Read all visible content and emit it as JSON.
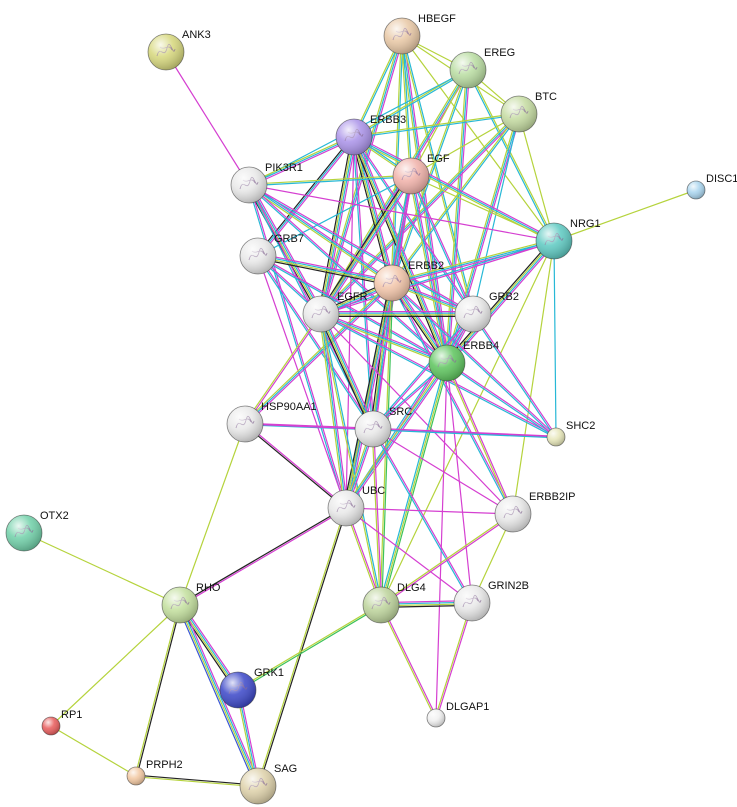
{
  "colors": {
    "pink": "#d53fd1",
    "cyan": "#27b8d6",
    "olive": "#b5d33c",
    "black": "#222222",
    "green": "#3cc25a",
    "blue": "#3a56d6"
  },
  "nodes": [
    {
      "id": "HBEGF",
      "label": "HBEGF",
      "color": "#e8c7a4",
      "has_structure": true,
      "size": "large"
    },
    {
      "id": "EREG",
      "label": "EREG",
      "color": "#b8dca0",
      "has_structure": true,
      "size": "large"
    },
    {
      "id": "BTC",
      "label": "BTC",
      "color": "#c4dba0",
      "has_structure": true,
      "size": "large"
    },
    {
      "id": "ANK3",
      "label": "ANK3",
      "color": "#d6d77b",
      "has_structure": true,
      "size": "large"
    },
    {
      "id": "ERBB3",
      "label": "ERBB3",
      "color": "#a991e8",
      "has_structure": true,
      "size": "large"
    },
    {
      "id": "EGF",
      "label": "EGF",
      "color": "#f0b0a8",
      "has_structure": true,
      "size": "large"
    },
    {
      "id": "DISC1",
      "label": "DISC1",
      "color": "#a8d4ee",
      "has_structure": false,
      "size": "small"
    },
    {
      "id": "PIK3R1",
      "label": "PIK3R1",
      "color": "#e8e8e8",
      "has_structure": true,
      "size": "large"
    },
    {
      "id": "NRG1",
      "label": "NRG1",
      "color": "#5cc9c1",
      "has_structure": true,
      "size": "large"
    },
    {
      "id": "GRB7",
      "label": "GRB7",
      "color": "#e8e8e8",
      "has_structure": true,
      "size": "large"
    },
    {
      "id": "ERBB2",
      "label": "ERBB2",
      "color": "#f2c4a8",
      "has_structure": true,
      "size": "large"
    },
    {
      "id": "EGFR",
      "label": "EGFR",
      "color": "#e8e8e8",
      "has_structure": true,
      "size": "large"
    },
    {
      "id": "GRB2",
      "label": "GRB2",
      "color": "#e8e8e8",
      "has_structure": true,
      "size": "large"
    },
    {
      "id": "ERBB4",
      "label": "ERBB4",
      "color": "#5cc45c",
      "has_structure": true,
      "size": "large"
    },
    {
      "id": "HSP90AA1",
      "label": "HSP90AA1",
      "color": "#e8e8e8",
      "has_structure": true,
      "size": "large"
    },
    {
      "id": "SRC",
      "label": "SRC",
      "color": "#e8e8e8",
      "has_structure": true,
      "size": "large"
    },
    {
      "id": "SHC2",
      "label": "SHC2",
      "color": "#e6e6b8",
      "has_structure": false,
      "size": "small"
    },
    {
      "id": "OTX2",
      "label": "OTX2",
      "color": "#6fd0a8",
      "has_structure": true,
      "size": "large"
    },
    {
      "id": "UBC",
      "label": "UBC",
      "color": "#e8e8e8",
      "has_structure": true,
      "size": "large"
    },
    {
      "id": "ERBB2IP",
      "label": "ERBB2IP",
      "color": "#e8e8e8",
      "has_structure": true,
      "size": "large"
    },
    {
      "id": "RHO",
      "label": "RHO",
      "color": "#c2df9c",
      "has_structure": true,
      "size": "large"
    },
    {
      "id": "DLG4",
      "label": "DLG4",
      "color": "#bcd39a",
      "has_structure": true,
      "size": "large"
    },
    {
      "id": "GRIN2B",
      "label": "GRIN2B",
      "color": "#e8e8e8",
      "has_structure": true,
      "size": "large"
    },
    {
      "id": "GRK1",
      "label": "GRK1",
      "color": "#3a46c8",
      "has_structure": true,
      "size": "large"
    },
    {
      "id": "RP1",
      "label": "RP1",
      "color": "#e85a5a",
      "has_structure": false,
      "size": "small"
    },
    {
      "id": "DLGAP1",
      "label": "DLGAP1",
      "color": "#f0f0f0",
      "has_structure": false,
      "size": "small"
    },
    {
      "id": "PRPH2",
      "label": "PRPH2",
      "color": "#f2c7a0",
      "has_structure": false,
      "size": "small"
    },
    {
      "id": "SAG",
      "label": "SAG",
      "color": "#ddd0a8",
      "has_structure": true,
      "size": "large"
    }
  ],
  "edges": [
    {
      "source": "HBEGF",
      "target": "EGFR",
      "types": [
        "pink",
        "cyan",
        "olive"
      ]
    },
    {
      "source": "HBEGF",
      "target": "ERBB4",
      "types": [
        "pink",
        "cyan",
        "olive"
      ]
    },
    {
      "source": "HBEGF",
      "target": "ERBB2",
      "types": [
        "cyan",
        "olive"
      ]
    },
    {
      "source": "HBEGF",
      "target": "ERBB3",
      "types": [
        "cyan",
        "olive"
      ]
    },
    {
      "source": "HBEGF",
      "target": "EGF",
      "types": [
        "cyan",
        "olive"
      ]
    },
    {
      "source": "HBEGF",
      "target": "EREG",
      "types": [
        "olive"
      ]
    },
    {
      "source": "HBEGF",
      "target": "BTC",
      "types": [
        "olive"
      ]
    },
    {
      "source": "HBEGF",
      "target": "NRG1",
      "types": [
        "olive"
      ]
    },
    {
      "source": "HBEGF",
      "target": "GRB2",
      "types": [
        "cyan",
        "olive"
      ]
    },
    {
      "source": "EREG",
      "target": "EGFR",
      "types": [
        "pink",
        "cyan",
        "olive"
      ]
    },
    {
      "source": "EREG",
      "target": "ERBB4",
      "types": [
        "pink",
        "cyan",
        "olive"
      ]
    },
    {
      "source": "EREG",
      "target": "ERBB2",
      "types": [
        "cyan",
        "olive"
      ]
    },
    {
      "source": "EREG",
      "target": "ERBB3",
      "types": [
        "cyan",
        "olive"
      ]
    },
    {
      "source": "EREG",
      "target": "EGF",
      "types": [
        "olive"
      ]
    },
    {
      "source": "EREG",
      "target": "BTC",
      "types": [
        "olive"
      ]
    },
    {
      "source": "EREG",
      "target": "NRG1",
      "types": [
        "olive",
        "cyan"
      ]
    },
    {
      "source": "EREG",
      "target": "PIK3R1",
      "types": [
        "cyan"
      ]
    },
    {
      "source": "BTC",
      "target": "EGFR",
      "types": [
        "pink",
        "cyan",
        "olive"
      ]
    },
    {
      "source": "BTC",
      "target": "ERBB4",
      "types": [
        "pink",
        "cyan",
        "olive"
      ]
    },
    {
      "source": "BTC",
      "target": "ERBB2",
      "types": [
        "cyan",
        "olive"
      ]
    },
    {
      "source": "BTC",
      "target": "ERBB3",
      "types": [
        "cyan",
        "olive"
      ]
    },
    {
      "source": "BTC",
      "target": "EGF",
      "types": [
        "olive"
      ]
    },
    {
      "source": "BTC",
      "target": "NRG1",
      "types": [
        "olive"
      ]
    },
    {
      "source": "BTC",
      "target": "GRB2",
      "types": [
        "cyan"
      ]
    },
    {
      "source": "ANK3",
      "target": "PIK3R1",
      "types": [
        "pink"
      ]
    },
    {
      "source": "ERBB3",
      "target": "EGFR",
      "types": [
        "pink",
        "cyan",
        "olive",
        "black"
      ]
    },
    {
      "source": "ERBB3",
      "target": "ERBB2",
      "types": [
        "pink",
        "cyan",
        "olive",
        "black"
      ]
    },
    {
      "source": "ERBB3",
      "target": "ERBB4",
      "types": [
        "pink",
        "cyan",
        "olive",
        "black"
      ]
    },
    {
      "source": "ERBB3",
      "target": "PIK3R1",
      "types": [
        "pink",
        "cyan",
        "olive"
      ]
    },
    {
      "source": "ERBB3",
      "target": "GRB7",
      "types": [
        "pink",
        "cyan",
        "black"
      ]
    },
    {
      "source": "ERBB3",
      "target": "GRB2",
      "types": [
        "pink",
        "cyan"
      ]
    },
    {
      "source": "ERBB3",
      "target": "NRG1",
      "types": [
        "pink",
        "cyan",
        "olive"
      ]
    },
    {
      "source": "ERBB3",
      "target": "EGF",
      "types": [
        "cyan",
        "olive"
      ]
    },
    {
      "source": "ERBB3",
      "target": "SRC",
      "types": [
        "pink",
        "cyan"
      ]
    },
    {
      "source": "ERBB3",
      "target": "UBC",
      "types": [
        "pink"
      ]
    },
    {
      "source": "EGF",
      "target": "EGFR",
      "types": [
        "pink",
        "cyan",
        "olive",
        "black"
      ]
    },
    {
      "source": "EGF",
      "target": "ERBB2",
      "types": [
        "pink",
        "cyan",
        "olive"
      ]
    },
    {
      "source": "EGF",
      "target": "ERBB4",
      "types": [
        "pink",
        "cyan",
        "olive"
      ]
    },
    {
      "source": "EGF",
      "target": "PIK3R1",
      "types": [
        "cyan",
        "olive"
      ]
    },
    {
      "source": "EGF",
      "target": "GRB2",
      "types": [
        "pink",
        "cyan"
      ]
    },
    {
      "source": "EGF",
      "target": "NRG1",
      "types": [
        "olive"
      ]
    },
    {
      "source": "EGF",
      "target": "SRC",
      "types": [
        "pink",
        "cyan"
      ]
    },
    {
      "source": "EGF",
      "target": "UBC",
      "types": [
        "pink",
        "cyan"
      ]
    },
    {
      "source": "EGF",
      "target": "GRB7",
      "types": [
        "cyan"
      ]
    },
    {
      "source": "DISC1",
      "target": "NRG1",
      "types": [
        "olive"
      ]
    },
    {
      "source": "PIK3R1",
      "target": "EGFR",
      "types": [
        "pink",
        "cyan",
        "olive",
        "black"
      ]
    },
    {
      "source": "PIK3R1",
      "target": "ERBB2",
      "types": [
        "pink",
        "cyan",
        "olive"
      ]
    },
    {
      "source": "PIK3R1",
      "target": "ERBB4",
      "types": [
        "pink",
        "cyan"
      ]
    },
    {
      "source": "PIK3R1",
      "target": "SRC",
      "types": [
        "pink",
        "cyan"
      ]
    },
    {
      "source": "PIK3R1",
      "target": "UBC",
      "types": [
        "pink",
        "cyan"
      ]
    },
    {
      "source": "PIK3R1",
      "target": "GRB2",
      "types": [
        "pink",
        "cyan"
      ]
    },
    {
      "source": "PIK3R1",
      "target": "NRG1",
      "types": [
        "pink"
      ]
    },
    {
      "source": "NRG1",
      "target": "ERBB4",
      "types": [
        "pink",
        "cyan",
        "olive",
        "black"
      ]
    },
    {
      "source": "NRG1",
      "target": "ERBB2",
      "types": [
        "pink",
        "cyan",
        "olive"
      ]
    },
    {
      "source": "NRG1",
      "target": "EGFR",
      "types": [
        "pink",
        "cyan"
      ]
    },
    {
      "source": "NRG1",
      "target": "DLG4",
      "types": [
        "olive"
      ]
    },
    {
      "source": "NRG1",
      "target": "SHC2",
      "types": [
        "cyan"
      ]
    },
    {
      "source": "NRG1",
      "target": "ERBB2IP",
      "types": [
        "olive"
      ]
    },
    {
      "source": "GRB7",
      "target": "ERBB2",
      "types": [
        "pink",
        "cyan",
        "olive",
        "black"
      ]
    },
    {
      "source": "GRB7",
      "target": "EGFR",
      "types": [
        "pink",
        "cyan"
      ]
    },
    {
      "source": "GRB7",
      "target": "ERBB4",
      "types": [
        "pink",
        "cyan"
      ]
    },
    {
      "source": "GRB7",
      "target": "SRC",
      "types": [
        "pink",
        "cyan"
      ]
    },
    {
      "source": "GRB7",
      "target": "UBC",
      "types": [
        "pink"
      ]
    },
    {
      "source": "ERBB2",
      "target": "EGFR",
      "types": [
        "pink",
        "cyan",
        "olive",
        "black"
      ]
    },
    {
      "source": "ERBB2",
      "target": "ERBB4",
      "types": [
        "pink",
        "cyan",
        "olive",
        "black"
      ]
    },
    {
      "source": "ERBB2",
      "target": "GRB2",
      "types": [
        "pink",
        "cyan",
        "olive"
      ]
    },
    {
      "source": "ERBB2",
      "target": "SRC",
      "types": [
        "pink",
        "cyan",
        "olive",
        "black"
      ]
    },
    {
      "source": "ERBB2",
      "target": "UBC",
      "types": [
        "pink",
        "cyan",
        "olive",
        "black"
      ]
    },
    {
      "source": "ERBB2",
      "target": "HSP90AA1",
      "types": [
        "pink",
        "cyan",
        "olive"
      ]
    },
    {
      "source": "ERBB2",
      "target": "SHC2",
      "types": [
        "pink",
        "cyan"
      ]
    },
    {
      "source": "ERBB2",
      "target": "ERBB2IP",
      "types": [
        "pink",
        "cyan"
      ]
    },
    {
      "source": "ERBB2",
      "target": "DLG4",
      "types": [
        "green",
        "olive"
      ]
    },
    {
      "source": "EGFR",
      "target": "GRB2",
      "types": [
        "pink",
        "cyan",
        "olive",
        "black"
      ]
    },
    {
      "source": "EGFR",
      "target": "ERBB4",
      "types": [
        "pink",
        "cyan",
        "olive"
      ]
    },
    {
      "source": "EGFR",
      "target": "SRC",
      "types": [
        "pink",
        "cyan",
        "olive",
        "black"
      ]
    },
    {
      "source": "EGFR",
      "target": "UBC",
      "types": [
        "pink",
        "cyan",
        "olive"
      ]
    },
    {
      "source": "EGFR",
      "target": "HSP90AA1",
      "types": [
        "pink",
        "olive"
      ]
    },
    {
      "source": "EGFR",
      "target": "SHC2",
      "types": [
        "pink",
        "cyan"
      ]
    },
    {
      "source": "EGFR",
      "target": "ERBB2IP",
      "types": [
        "pink"
      ]
    },
    {
      "source": "EGFR",
      "target": "DLG4",
      "types": [
        "cyan",
        "olive"
      ]
    },
    {
      "source": "GRB2",
      "target": "ERBB4",
      "types": [
        "pink",
        "cyan"
      ]
    },
    {
      "source": "GRB2",
      "target": "SRC",
      "types": [
        "pink",
        "cyan"
      ]
    },
    {
      "source": "GRB2",
      "target": "UBC",
      "types": [
        "pink",
        "cyan"
      ]
    },
    {
      "source": "GRB2",
      "target": "SHC2",
      "types": [
        "pink",
        "cyan"
      ]
    },
    {
      "source": "ERBB4",
      "target": "SRC",
      "types": [
        "pink",
        "cyan"
      ]
    },
    {
      "source": "ERBB4",
      "target": "UBC",
      "types": [
        "pink",
        "cyan",
        "olive"
      ]
    },
    {
      "source": "ERBB4",
      "target": "DLG4",
      "types": [
        "green",
        "olive",
        "cyan"
      ]
    },
    {
      "source": "ERBB4",
      "target": "ERBB2IP",
      "types": [
        "pink",
        "olive"
      ]
    },
    {
      "source": "ERBB4",
      "target": "GRIN2B",
      "types": [
        "pink"
      ]
    },
    {
      "source": "ERBB4",
      "target": "SHC2",
      "types": [
        "pink",
        "cyan"
      ]
    },
    {
      "source": "ERBB4",
      "target": "DLGAP1",
      "types": [
        "pink"
      ]
    },
    {
      "source": "HSP90AA1",
      "target": "SRC",
      "types": [
        "pink",
        "cyan"
      ]
    },
    {
      "source": "HSP90AA1",
      "target": "UBC",
      "types": [
        "pink",
        "black"
      ]
    },
    {
      "source": "HSP90AA1",
      "target": "RHO",
      "types": [
        "olive"
      ]
    },
    {
      "source": "HSP90AA1",
      "target": "SHC2",
      "types": [
        "pink"
      ]
    },
    {
      "source": "SRC",
      "target": "UBC",
      "types": [
        "pink",
        "cyan",
        "olive"
      ]
    },
    {
      "source": "SRC",
      "target": "SHC2",
      "types": [
        "pink",
        "cyan"
      ]
    },
    {
      "source": "SRC",
      "target": "ERBB2IP",
      "types": [
        "pink"
      ]
    },
    {
      "source": "SRC",
      "target": "DLG4",
      "types": [
        "pink",
        "olive"
      ]
    },
    {
      "source": "SRC",
      "target": "GRIN2B",
      "types": [
        "pink",
        "cyan"
      ]
    },
    {
      "source": "UBC",
      "target": "RHO",
      "types": [
        "pink",
        "black"
      ]
    },
    {
      "source": "UBC",
      "target": "ERBB2IP",
      "types": [
        "pink"
      ]
    },
    {
      "source": "UBC",
      "target": "DLG4",
      "types": [
        "pink",
        "olive"
      ]
    },
    {
      "source": "UBC",
      "target": "GRIN2B",
      "types": [
        "pink"
      ]
    },
    {
      "source": "UBC",
      "target": "SAG",
      "types": [
        "black",
        "olive"
      ]
    },
    {
      "source": "ERBB2IP",
      "target": "DLG4",
      "types": [
        "pink",
        "olive"
      ]
    },
    {
      "source": "ERBB2IP",
      "target": "GRIN2B",
      "types": [
        "olive"
      ]
    },
    {
      "source": "DLG4",
      "target": "GRIN2B",
      "types": [
        "pink",
        "cyan",
        "olive",
        "black"
      ]
    },
    {
      "source": "DLG4",
      "target": "DLGAP1",
      "types": [
        "pink",
        "olive"
      ]
    },
    {
      "source": "DLG4",
      "target": "GRK1",
      "types": [
        "green",
        "olive"
      ]
    },
    {
      "source": "GRIN2B",
      "target": "DLGAP1",
      "types": [
        "pink",
        "olive"
      ]
    },
    {
      "source": "OTX2",
      "target": "RHO",
      "types": [
        "olive"
      ]
    },
    {
      "source": "RHO",
      "target": "GRK1",
      "types": [
        "pink",
        "cyan",
        "olive",
        "black"
      ]
    },
    {
      "source": "RHO",
      "target": "SAG",
      "types": [
        "pink",
        "cyan",
        "olive",
        "blue"
      ]
    },
    {
      "source": "RHO",
      "target": "PRPH2",
      "types": [
        "black",
        "olive"
      ]
    },
    {
      "source": "RHO",
      "target": "RP1",
      "types": [
        "olive"
      ]
    },
    {
      "source": "GRK1",
      "target": "SAG",
      "types": [
        "pink",
        "cyan",
        "olive"
      ]
    },
    {
      "source": "RP1",
      "target": "PRPH2",
      "types": [
        "olive"
      ]
    },
    {
      "source": "PRPH2",
      "target": "SAG",
      "types": [
        "black",
        "olive"
      ]
    }
  ]
}
